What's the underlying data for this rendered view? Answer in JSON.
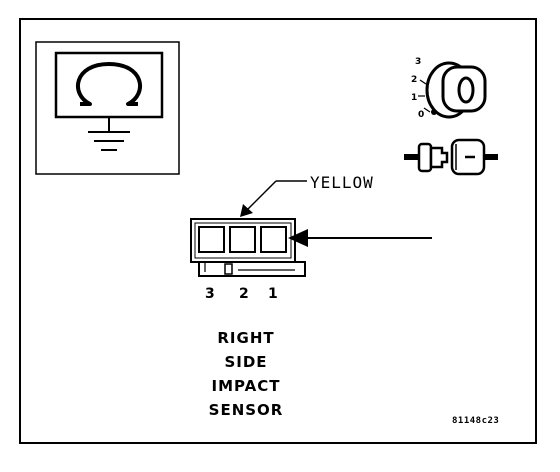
{
  "connector_color_label": "YELLOW",
  "pins": [
    "3",
    "2",
    "1"
  ],
  "component_name": [
    "RIGHT",
    "SIDE",
    "IMPACT",
    "SENSOR"
  ],
  "figure_code": "81148c23",
  "ignition_positions": [
    "3",
    "2",
    "1",
    "0"
  ]
}
